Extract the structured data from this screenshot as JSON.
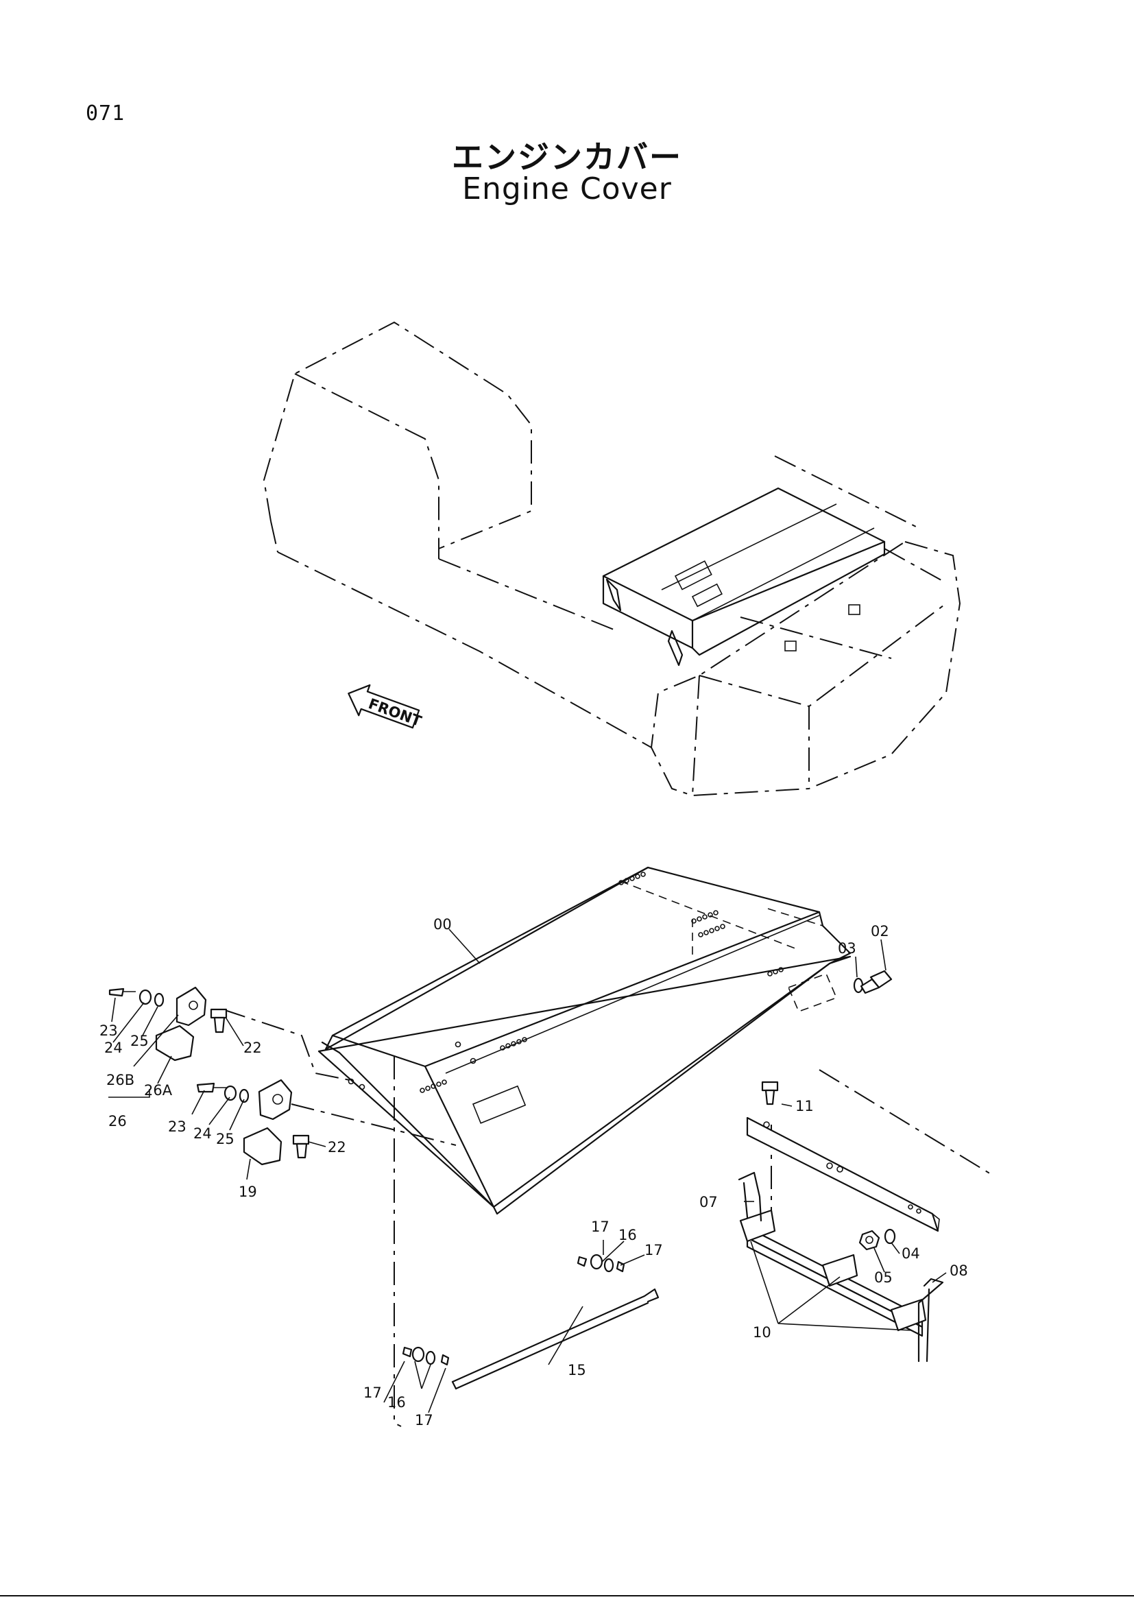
{
  "header": {
    "page_number": "071",
    "title_ja": "エンジンカバー",
    "title_en": "Engine Cover"
  },
  "drawing": {
    "front_arrow_text": "FRONT",
    "part_labels": [
      {
        "id": "00",
        "text": "00"
      },
      {
        "id": "02",
        "text": "02"
      },
      {
        "id": "03",
        "text": "03"
      },
      {
        "id": "11",
        "text": "11"
      },
      {
        "id": "07",
        "text": "07"
      },
      {
        "id": "04",
        "text": "04"
      },
      {
        "id": "05",
        "text": "05"
      },
      {
        "id": "08",
        "text": "08"
      },
      {
        "id": "10",
        "text": "10"
      },
      {
        "id": "15",
        "text": "15"
      },
      {
        "id": "16a",
        "text": "16"
      },
      {
        "id": "17a",
        "text": "17"
      },
      {
        "id": "17b",
        "text": "17"
      },
      {
        "id": "16b",
        "text": "16"
      },
      {
        "id": "17c",
        "text": "17"
      },
      {
        "id": "17d",
        "text": "17"
      },
      {
        "id": "19",
        "text": "19"
      },
      {
        "id": "22a",
        "text": "22"
      },
      {
        "id": "22b",
        "text": "22"
      },
      {
        "id": "23a",
        "text": "23"
      },
      {
        "id": "24a",
        "text": "24"
      },
      {
        "id": "25a",
        "text": "25"
      },
      {
        "id": "23b",
        "text": "23"
      },
      {
        "id": "24b",
        "text": "24"
      },
      {
        "id": "25b",
        "text": "25"
      },
      {
        "id": "26",
        "text": "26"
      },
      {
        "id": "26A",
        "text": "26A"
      },
      {
        "id": "26B",
        "text": "26B"
      }
    ]
  }
}
